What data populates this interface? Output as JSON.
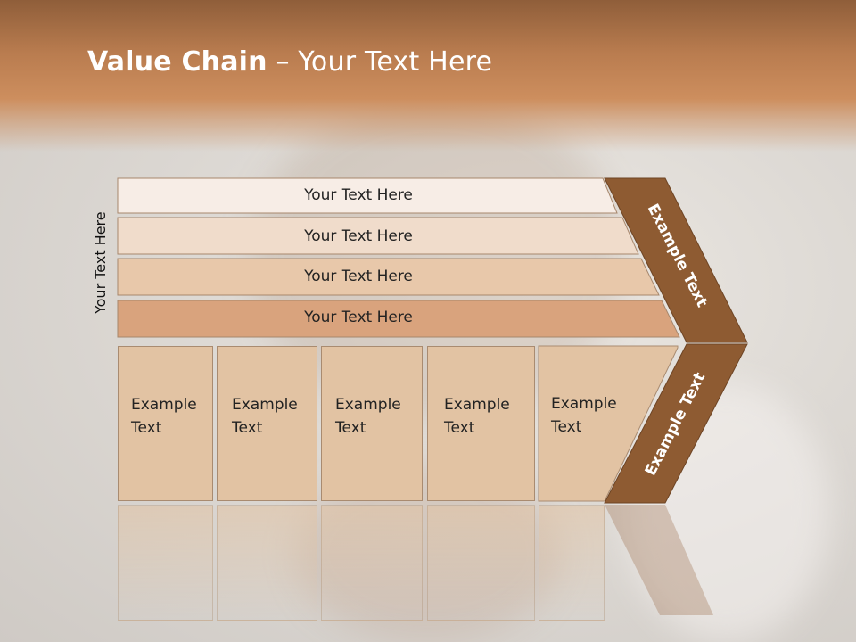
{
  "slide": {
    "title_bold": "Value Chain",
    "title_rest": " – Your Text Here",
    "vertical_label": "Your Text Here",
    "rows": [
      {
        "label": "Your Text Here",
        "color": "#f7ede6"
      },
      {
        "label": "Your Text Here",
        "color": "#f0dccb"
      },
      {
        "label": "Your Text Here",
        "color": "#e8c8aa"
      },
      {
        "label": "Your Text Here",
        "color": "#d9a37d"
      }
    ],
    "columns": [
      {
        "line1": "Example",
        "line2": "Text"
      },
      {
        "line1": "Example",
        "line2": "Text"
      },
      {
        "line1": "Example",
        "line2": "Text"
      },
      {
        "line1": "Example",
        "line2": "Text"
      },
      {
        "line1": "Example",
        "line2": "Text"
      }
    ],
    "chevron_top_label": "Example Text",
    "chevron_bottom_label": "Example Text",
    "chevron_color": "#8e5b32",
    "accent_color": "#c88a5a"
  }
}
